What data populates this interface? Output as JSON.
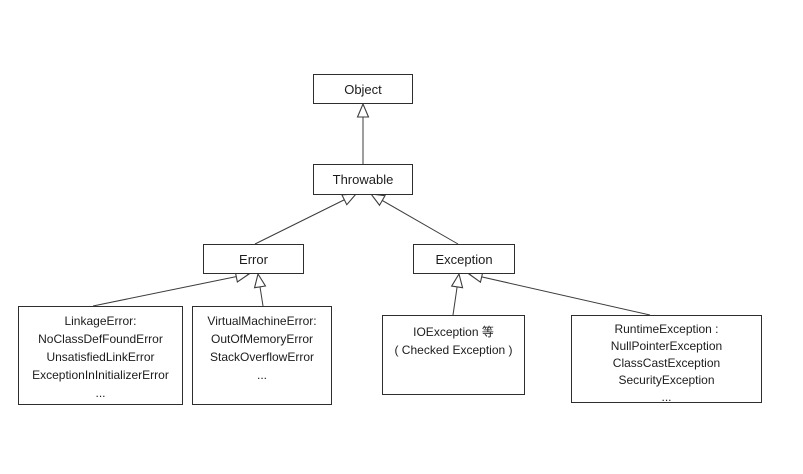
{
  "diagram": {
    "type": "uml-class-hierarchy",
    "colors": {
      "background": "#ffffff",
      "line": "#3c3c3c",
      "box_border": "#2e2e2e",
      "text": "#1c1c1c"
    },
    "nodes": {
      "object": {
        "label": "Object"
      },
      "throwable": {
        "label": "Throwable"
      },
      "error": {
        "label": "Error"
      },
      "exception": {
        "label": "Exception"
      },
      "linkage_error": {
        "lines": [
          "LinkageError:",
          "NoClassDefFoundError",
          "UnsatisfiedLinkError",
          "ExceptionInInitializerError",
          "..."
        ]
      },
      "virtual_machine_error": {
        "lines": [
          "VirtualMachineError:",
          "OutOfMemoryError",
          "StackOverflowError",
          "..."
        ]
      },
      "io_exception": {
        "lines": [
          "IOException 等",
          "( Checked Exception )"
        ]
      },
      "runtime_exception": {
        "lines": [
          "RuntimeException :",
          "NullPointerException",
          "ClassCastException",
          "SecurityException",
          "..."
        ]
      }
    },
    "edges": [
      {
        "from": "Throwable",
        "to": "Object"
      },
      {
        "from": "Error",
        "to": "Throwable"
      },
      {
        "from": "Exception",
        "to": "Throwable"
      },
      {
        "from": "LinkageError",
        "to": "Error"
      },
      {
        "from": "VirtualMachineError",
        "to": "Error"
      },
      {
        "from": "IOException",
        "to": "Exception"
      },
      {
        "from": "RuntimeException",
        "to": "Exception"
      }
    ]
  }
}
